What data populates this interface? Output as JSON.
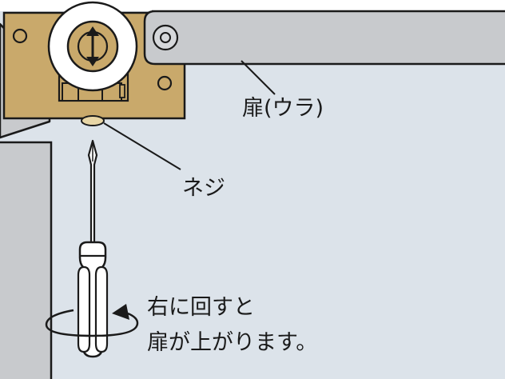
{
  "labels": {
    "door_back": "扉(ウラ)",
    "screw": "ネジ",
    "instruction_line1": "右に回すと",
    "instruction_line2": "扉が上がります。"
  },
  "colors": {
    "background": "#dce3ea",
    "door_panel": "#c8cacd",
    "hinge_plate": "#c9a96b",
    "outline": "#1a1a1a",
    "white": "#ffffff"
  },
  "icons": {
    "adjust_direction": "double-arrow-vertical",
    "rotation": "clockwise-arrow"
  }
}
